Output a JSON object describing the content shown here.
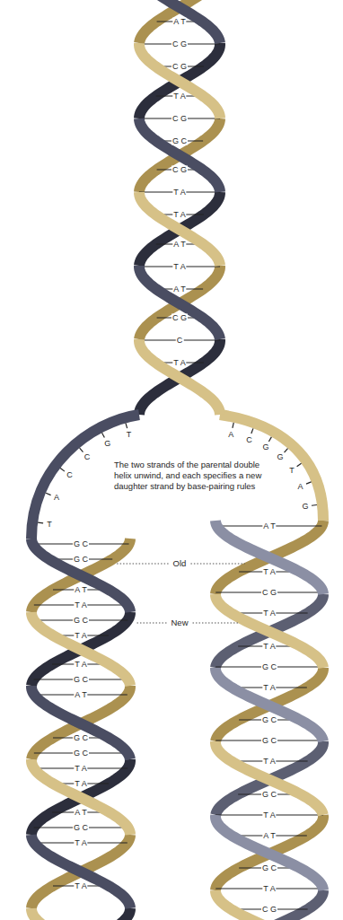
{
  "diagram": {
    "labels": [
      "A T",
      "C G",
      "C G",
      "T A",
      "C G",
      "G C",
      "C G",
      "T A",
      "T A",
      "A T",
      "T A",
      "A T",
      "C G",
      "C",
      "T A",
      "T",
      "G",
      "C",
      "C",
      "A",
      "T",
      "A",
      "C",
      "G",
      "G",
      "T",
      "A",
      "G",
      "The two strands of the parental double helix unwind, and each specifies a new daughter strand by base-pairing rules",
      "Old",
      "New",
      "G C",
      "G C",
      "A T",
      "T A",
      "G C",
      "T A",
      "T A",
      "G C",
      "A T",
      "G C",
      "G C",
      "T A",
      "T A",
      "A T",
      "G C",
      "T A",
      "T A",
      "A T",
      "T A",
      "C G",
      "T A",
      "T A",
      "G C",
      "T A",
      "G C",
      "G C",
      "T A",
      "G C",
      "T A",
      "A T",
      "G C",
      "T A",
      "C G"
    ]
  }
}
